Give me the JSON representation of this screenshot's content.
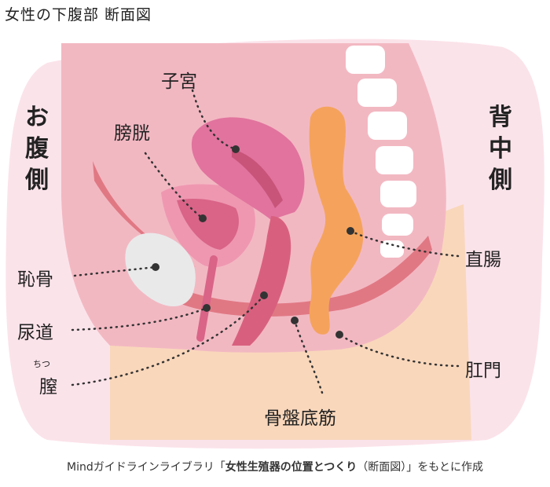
{
  "title": "女性の下腹部 断面図",
  "sides": {
    "front": [
      "お",
      "腹",
      "側"
    ],
    "back": [
      "背",
      "中",
      "側"
    ]
  },
  "labels": {
    "uterus": "子宮",
    "bladder": "膀胱",
    "pubic_bone": "恥骨",
    "urethra": "尿道",
    "vagina": "膣",
    "vagina_ruby": "ちつ",
    "rectum": "直腸",
    "anus": "肛門",
    "pelvic_floor": "骨盤底筋"
  },
  "source": {
    "prefix": "Mindガイドラインライブラリ「",
    "highlight": "女性生殖器の位置とつくり",
    "suffix": "（断面図）」をもとに作成"
  }
}
